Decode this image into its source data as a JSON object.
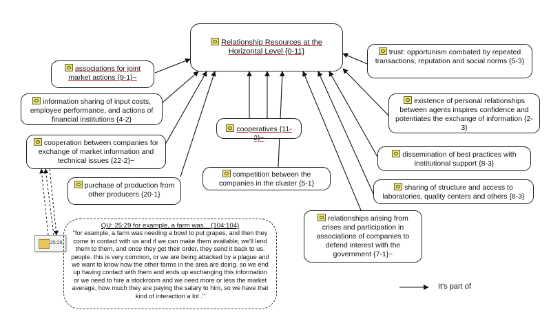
{
  "nodes": {
    "root": "Relationship Resources at the Horizontal Level {0-11}",
    "associations": "associations for joint market actions {9-1}~",
    "information": "information sharing of input costs, employee performance, and actions of financial institutions {4-2}",
    "cooperation": "cooperation between companies for exchange of market information and technical issues {22-2}~",
    "purchase": "purchase of production from other producers {20-1}",
    "cooperatives": "cooperatives {11-2}~",
    "competition": "competition between the companies in the cluster {5-1}",
    "trust": "trust: opportunism combated by repeated transactions, reputation and social norms {5-3}",
    "personal": "existence of personal relationships between agents inspires confidence and potentiates the exchange of information {2-3}",
    "dissemination": "dissemination of best practices with institutional support {8-3}",
    "sharing": "sharing of structure and access to laboratories, quality centers and others {8-3}",
    "crises": "relationships arising from crises and participation in associations of companies to defend interest with the government {7-1}~"
  },
  "quotation": {
    "title": "QU: 25:29 for example, a farm was... (104:104)",
    "text": "\"for example, a farm was needing a bowl to put grapes, and then they come in contact with us and if we can make them available, we'll lend them to them, and once they get their order, they send it back to us. people. this is very common, or we are being attacked by a plague and we want to know how the other farms in the area are doing. so we end up having contact with them and ends up exchanging this information or we need to hire a stockroom and we need more or less the market average, how much they are paying the salary to him, so we have that kind of interaction a lot .\""
  },
  "document": {
    "label": "25:29"
  },
  "legend": {
    "label": "It's part of"
  }
}
